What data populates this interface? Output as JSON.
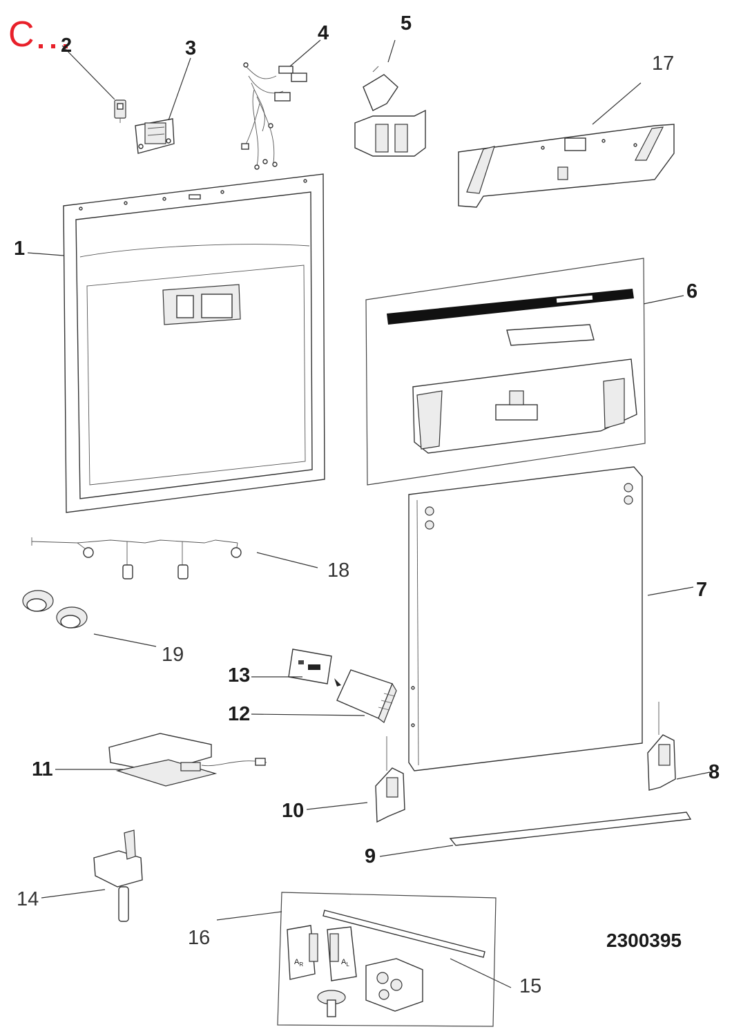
{
  "section_label": "C",
  "section_color": "#e8202a",
  "drawing_number": "2300395",
  "callouts": [
    {
      "id": "1",
      "text": "1",
      "weight": "bold"
    },
    {
      "id": "2",
      "text": "2",
      "weight": "bold"
    },
    {
      "id": "3",
      "text": "3",
      "weight": "bold"
    },
    {
      "id": "4",
      "text": "4",
      "weight": "bold"
    },
    {
      "id": "5",
      "text": "5",
      "weight": "bold"
    },
    {
      "id": "6",
      "text": "6",
      "weight": "bold"
    },
    {
      "id": "7",
      "text": "7",
      "weight": "bold"
    },
    {
      "id": "8",
      "text": "8",
      "weight": "bold"
    },
    {
      "id": "9",
      "text": "9",
      "weight": "bold"
    },
    {
      "id": "10",
      "text": "10",
      "weight": "bold"
    },
    {
      "id": "11",
      "text": "11",
      "weight": "bold"
    },
    {
      "id": "12",
      "text": "12",
      "weight": "bold"
    },
    {
      "id": "13",
      "text": "13",
      "weight": "bold"
    },
    {
      "id": "14",
      "text": "14",
      "weight": "thin"
    },
    {
      "id": "15",
      "text": "15",
      "weight": "thin"
    },
    {
      "id": "16",
      "text": "16",
      "weight": "thin"
    },
    {
      "id": "17",
      "text": "17",
      "weight": "thin"
    },
    {
      "id": "18",
      "text": "18",
      "weight": "thin"
    },
    {
      "id": "19",
      "text": "19",
      "weight": "thin"
    }
  ],
  "part_labels": {
    "hinge_left": "A",
    "hinge_left_sub": "R",
    "hinge_right": "A",
    "hinge_right_sub": "L"
  }
}
